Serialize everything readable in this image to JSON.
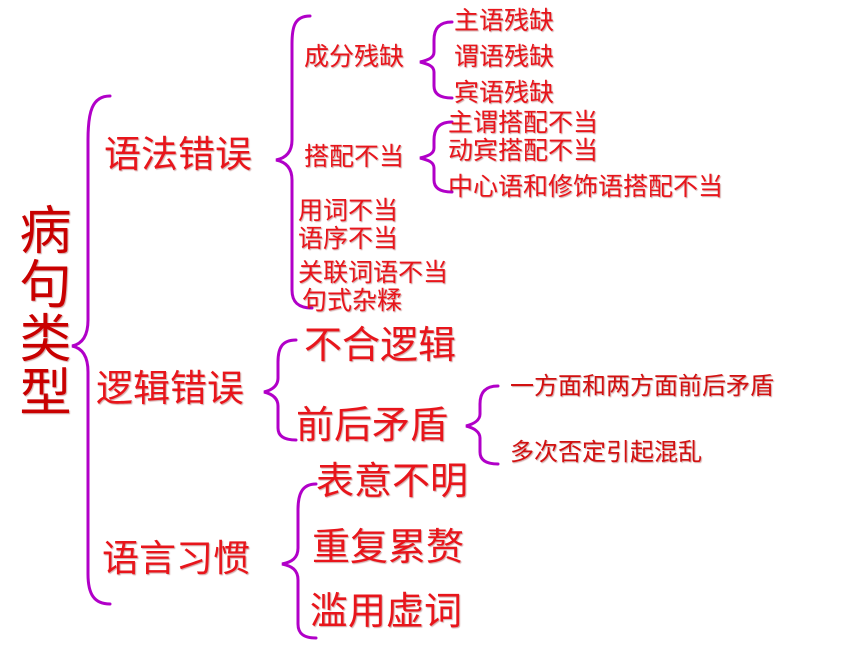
{
  "title": "病句类型",
  "colors": {
    "text": "#e8151b",
    "brace": "#b100c8"
  },
  "branches": [
    {
      "label": "语法错误",
      "children": [
        {
          "label": "成分残缺",
          "children": [
            "主语残缺",
            "谓语残缺",
            "宾语残缺"
          ]
        },
        {
          "label": "搭配不当",
          "children": [
            "主谓搭配不当",
            "动宾搭配不当",
            "中心语和修饰语搭配不当"
          ]
        },
        {
          "label": "用词不当"
        },
        {
          "label": "语序不当"
        },
        {
          "label": "关联词语不当"
        },
        {
          "label": "句式杂糅"
        }
      ]
    },
    {
      "label": "逻辑错误",
      "children": [
        {
          "label": "不合逻辑"
        },
        {
          "label": "前后矛盾",
          "children": [
            "一方面和两方面前后矛盾",
            "多次否定引起混乱"
          ]
        }
      ]
    },
    {
      "label": "语言习惯",
      "children": [
        {
          "label": "表意不明"
        },
        {
          "label": "重复累赘"
        },
        {
          "label": "滥用虚词"
        }
      ]
    }
  ]
}
